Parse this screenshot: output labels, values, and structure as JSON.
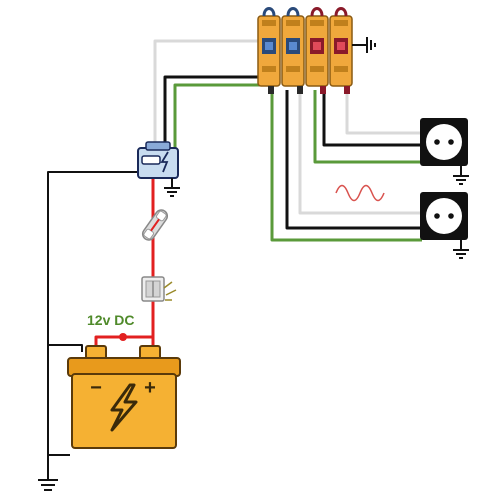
{
  "battery": {
    "voltage_label": "12v DC",
    "minus_sign": "−",
    "plus_sign": "+",
    "icon": "lightning-bolt-icon"
  },
  "colors": {
    "ac_live": "#111111",
    "ac_neutral": "#d9d9d9",
    "earth": "#5a9a3a",
    "dc_positive": "#e22020",
    "dc_negative": "#111111",
    "battery_body": "#f5b133",
    "breaker_body": "#f0a83c",
    "socket_body": "#111111",
    "waveform": "#d9534f"
  },
  "components": {
    "breaker_count": 4,
    "socket_count": 2,
    "icons": [
      "circuit-breaker-icon",
      "inverter-icon",
      "fuse-icon",
      "switch-icon",
      "socket-icon",
      "ground-icon",
      "ac-wave-icon"
    ]
  }
}
